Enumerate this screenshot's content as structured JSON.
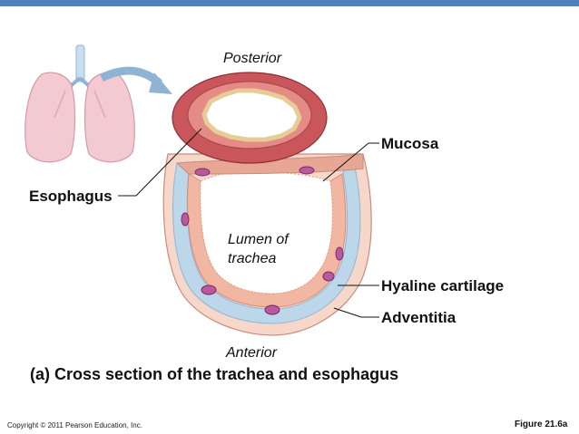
{
  "header": {
    "bar_color": "#4f81bd"
  },
  "labels": {
    "posterior": "Posterior",
    "mucosa": "Mucosa",
    "esophagus": "Esophagus",
    "lumen_line1": "Lumen of",
    "lumen_line2": "trachea",
    "hyaline_cartilage": "Hyaline cartilage",
    "adventitia": "Adventitia",
    "anterior": "Anterior"
  },
  "caption": "(a) Cross section of the trachea and esophagus",
  "footer": {
    "copyright": "Copyright © 2011 Pearson Education, Inc.",
    "figure_number": "Figure 21.6a"
  },
  "colors": {
    "cartilage": "#bcd6ea",
    "mucosa": "#f2b7a2",
    "esophagus_muscle": "#c9565a",
    "lungs": "#f3c9d2",
    "arrow": "#8fb4d3"
  }
}
